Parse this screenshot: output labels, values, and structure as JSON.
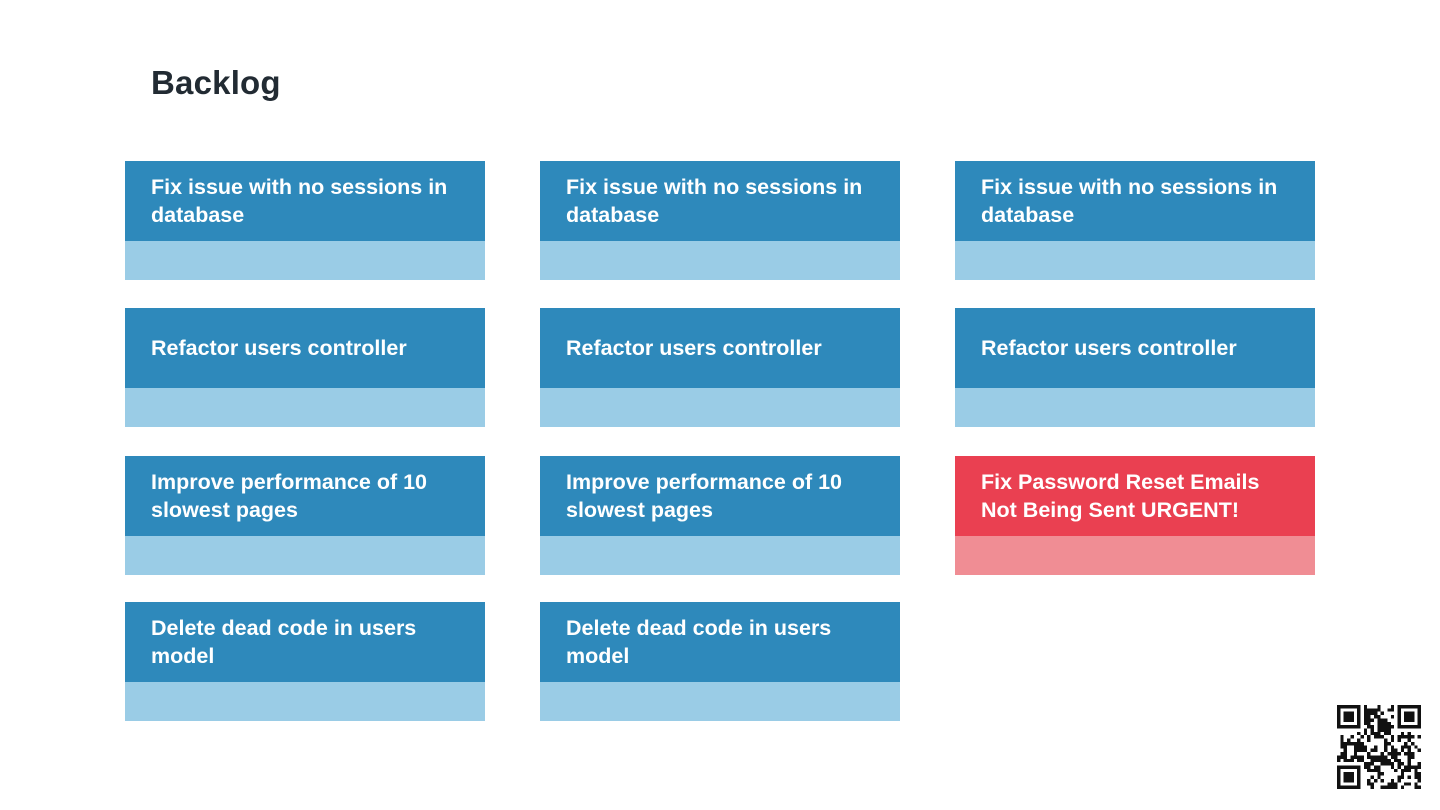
{
  "board": {
    "title": "Backlog"
  },
  "cards": [
    {
      "title": "Fix issue with no sessions in database"
    },
    {
      "title": "Fix issue with no sessions in database"
    },
    {
      "title": "Fix issue with no sessions in database"
    },
    {
      "title": "Refactor users controller"
    },
    {
      "title": "Refactor users controller"
    },
    {
      "title": "Refactor users controller"
    },
    {
      "title": "Improve performance of 10 slowest pages"
    },
    {
      "title": "Improve performance of 10 slowest pages"
    },
    {
      "title": "Fix Password Reset Emails Not Being Sent URGENT!"
    },
    {
      "title": "Delete dead code in users model"
    },
    {
      "title": "Delete dead code in users model"
    }
  ],
  "colors": {
    "card_header": "#2e89bb",
    "card_footer": "#9acce6",
    "urgent_header": "#ea4051",
    "urgent_footer": "#f08d94",
    "title_text": "#222b33"
  },
  "icons": {
    "qr": "qr-code-icon"
  }
}
